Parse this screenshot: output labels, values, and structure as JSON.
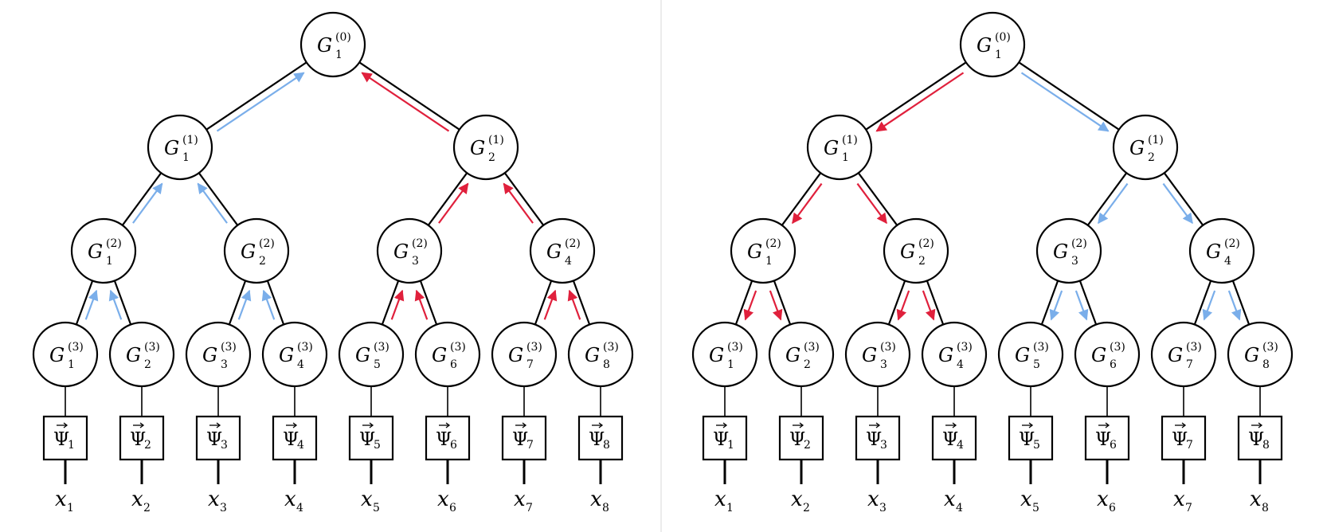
{
  "panels": [
    {
      "id": "left",
      "flow": "up",
      "colors": {
        "left_half": "#7aaeea",
        "right_half": "#e0203c"
      }
    },
    {
      "id": "right",
      "flow": "down",
      "colors": {
        "left_half": "#e0203c",
        "right_half": "#7aaeea"
      }
    }
  ],
  "node_symbol": "G",
  "levels": [
    {
      "depth": "(0)",
      "nodes": [
        "1"
      ]
    },
    {
      "depth": "(1)",
      "nodes": [
        "1",
        "2"
      ]
    },
    {
      "depth": "(2)",
      "nodes": [
        "1",
        "2",
        "3",
        "4"
      ]
    },
    {
      "depth": "(3)",
      "nodes": [
        "1",
        "2",
        "3",
        "4",
        "5",
        "6",
        "7",
        "8"
      ]
    }
  ],
  "leaves": [
    {
      "box_symbol": "Ψ",
      "box_index": "1",
      "input": "x",
      "input_index": "1"
    },
    {
      "box_symbol": "Ψ",
      "box_index": "2",
      "input": "x",
      "input_index": "2"
    },
    {
      "box_symbol": "Ψ",
      "box_index": "3",
      "input": "x",
      "input_index": "3"
    },
    {
      "box_symbol": "Ψ",
      "box_index": "4",
      "input": "x",
      "input_index": "4"
    },
    {
      "box_symbol": "Ψ",
      "box_index": "5",
      "input": "x",
      "input_index": "5"
    },
    {
      "box_symbol": "Ψ",
      "box_index": "6",
      "input": "x",
      "input_index": "6"
    },
    {
      "box_symbol": "Ψ",
      "box_index": "7",
      "input": "x",
      "input_index": "7"
    },
    {
      "box_symbol": "Ψ",
      "box_index": "8",
      "input": "x",
      "input_index": "8"
    }
  ]
}
